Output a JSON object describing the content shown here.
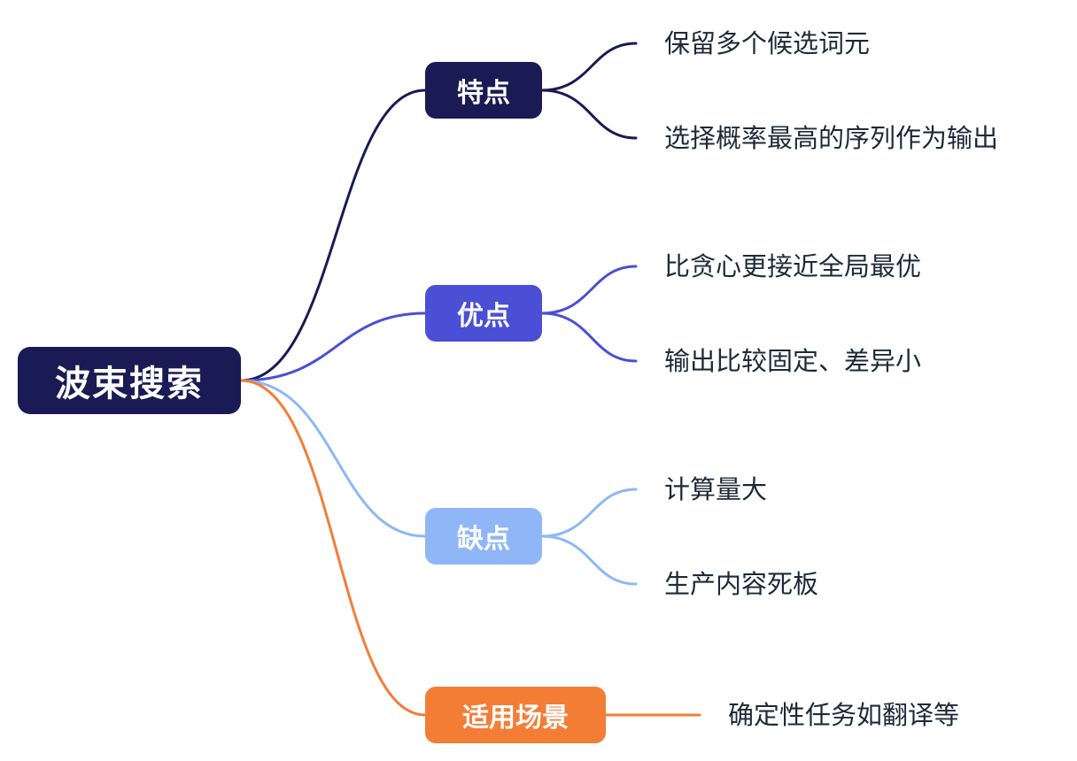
{
  "root": {
    "label": "波束搜索",
    "color": "#1a1a55"
  },
  "branches": [
    {
      "label": "特点",
      "color": "#1a1a55",
      "children": [
        "保留多个候选词元",
        "选择概率最高的序列作为输出"
      ]
    },
    {
      "label": "优点",
      "color": "#4a4fd6",
      "children": [
        "比贪心更接近全局最优",
        "输出比较固定、差异小"
      ]
    },
    {
      "label": "缺点",
      "color": "#8fb7f7",
      "children": [
        "计算量大",
        "生产内容死板"
      ]
    },
    {
      "label": "适用场景",
      "color": "#f47d36",
      "children": [
        "确定性任务如翻译等"
      ]
    }
  ]
}
